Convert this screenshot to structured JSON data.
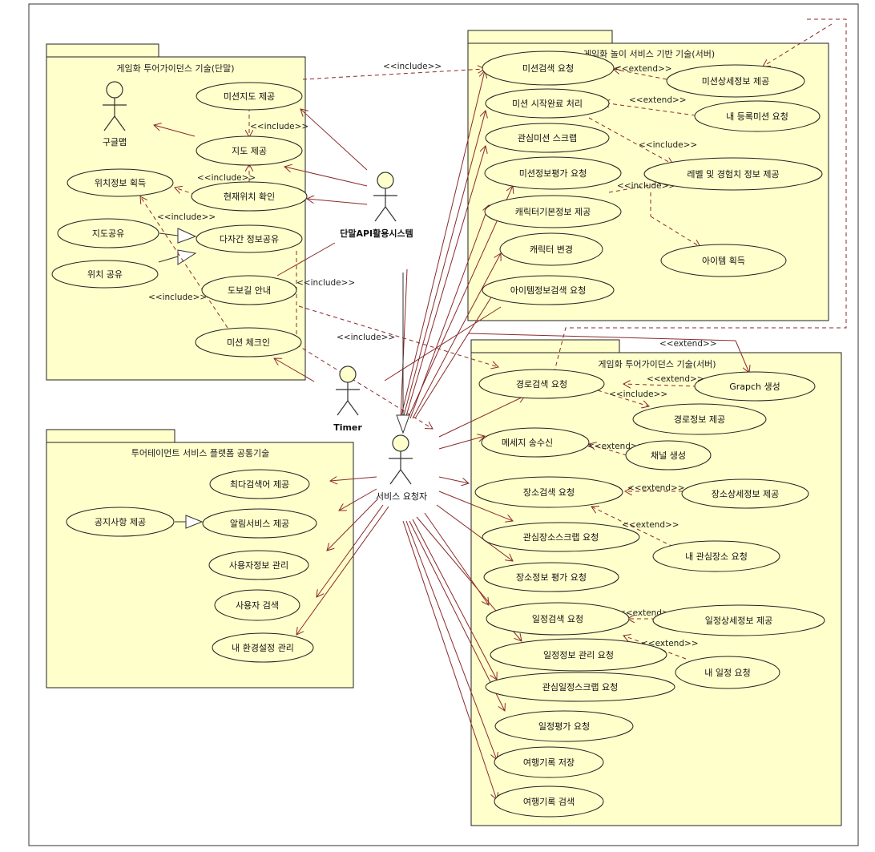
{
  "packages": {
    "client_tour": "게임화 투어가이던스 기술(단말)",
    "server_game": "게임화 놀이 서비스 기반 기술(서버)",
    "server_tour": "게임화 투어가이던스 기술(서버)",
    "common_platform": "투어테이먼트 서비스 플랫폼 공통기술"
  },
  "actors": {
    "google": "구글맵",
    "device_api": "단말API활용시스템",
    "timer": "Timer",
    "requester": "서비스 요청자"
  },
  "use_cases": {
    "mission_map": "미션지도 제공",
    "map_provide": "지도 제공",
    "location_get": "위치정보 획득",
    "current_location": "현재위치 확인",
    "map_share": "지도공유",
    "multi_share": "다자간 정보공유",
    "location_share": "위치 공유",
    "walk_guide": "도보길 안내",
    "mission_checkin": "미션 체크인",
    "mission_search": "미션검색 요청",
    "mission_detail": "미션상세정보 제공",
    "mission_start_end": "미션 시작완료 처리",
    "my_mission": "내 등록미션 요청",
    "fav_mission_scrap": "관심미션 스크랩",
    "level_exp": "레벨 및 경험치 정보 제공",
    "mission_eval": "미션정보평가 요청",
    "char_basic": "캐릭터기본정보 제공",
    "char_change": "캐릭터 변경",
    "item_get": "아이템 획득",
    "item_search": "아이템정보검색 요청",
    "route_search": "경로검색 요청",
    "graph_gen": "Grapch 생성",
    "route_info": "경로정보 제공",
    "msg": "메세지 송수신",
    "channel_gen": "채널 생성",
    "place_search": "장소검색 요청",
    "place_detail": "장소상세정보 제공",
    "fav_place_scrap": "관심장소스크랩 요청",
    "my_place": "내 관심장소 요청",
    "place_eval": "장소정보 평가 요청",
    "schedule_search": "일정검색 요청",
    "schedule_detail": "일정상세정보 제공",
    "schedule_manage": "일정정보 관리 요청",
    "my_schedule": "내 일정 요청",
    "fav_schedule_scrap": "관심일정스크랩 요청",
    "schedule_eval": "일정평가 요청",
    "travel_save": "여행기록 저장",
    "travel_search": "여행기록 검색",
    "top_keyword": "최다검색어 제공",
    "notice": "공지사항 제공",
    "alert_service": "알림서비스 제공",
    "user_manage": "사용자정보 관리",
    "user_search": "사용자 검색",
    "my_settings": "내 환경설정 관리"
  },
  "stereotypes": {
    "include": "<<include>>",
    "extend": "<<extend>>"
  },
  "colors": {
    "package_fill": "#ffffcc",
    "line": "#8b2a2a",
    "border": "#222222"
  }
}
